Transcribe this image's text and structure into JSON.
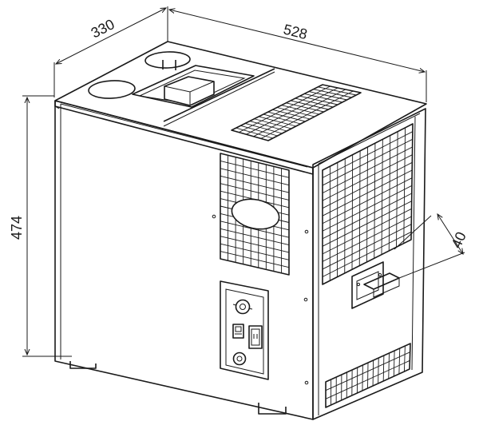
{
  "dimensions": {
    "depth": "330",
    "width": "528",
    "height": "474",
    "grille_offset": "40"
  }
}
